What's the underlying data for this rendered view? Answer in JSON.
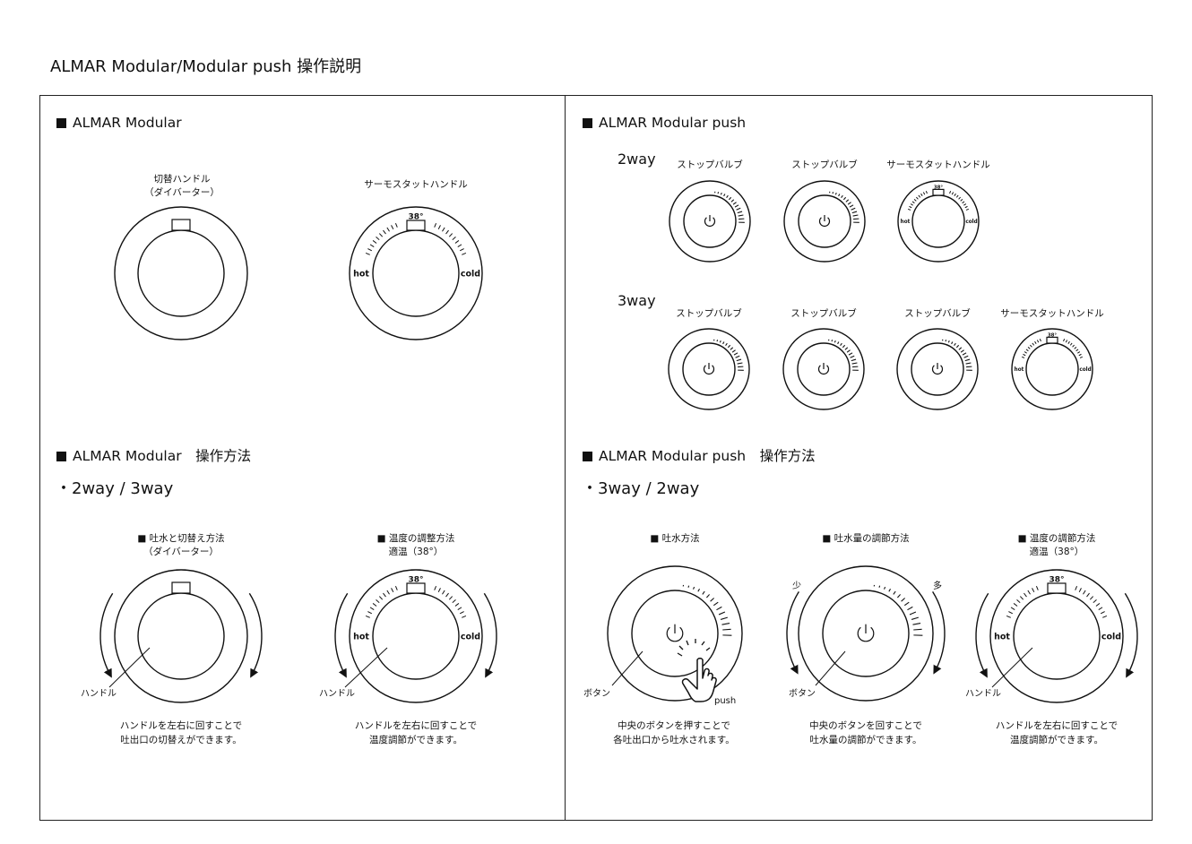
{
  "page_title": "ALMAR  Modular/Modular push 操作説明",
  "left": {
    "section1": {
      "title": "ALMAR  Modular",
      "diverter_label_1": "切替ハンドル",
      "diverter_label_2": "（ダイバーター）",
      "thermo_label": "サーモスタットハンドル"
    },
    "section2": {
      "title": "ALMAR  Modular　操作方法",
      "bullet": "・2way / 3way",
      "diag1_title_1": "■ 吐水と切替え方法",
      "diag1_title_2": "（ダイバーター）",
      "diag1_pointer": "ハンドル",
      "diag1_caption_1": "ハンドルを左右に回すことで",
      "diag1_caption_2": "吐出口の切替えができます。",
      "diag2_title_1": "■ 温度の調整方法",
      "diag2_title_2": "適温（38°）",
      "diag2_pointer": "ハンドル",
      "diag2_caption_1": "ハンドルを左右に回すことで",
      "diag2_caption_2": "温度調節ができます。"
    }
  },
  "right": {
    "section1": {
      "title": "ALMAR  Modular push",
      "row1_label": "2way",
      "row2_label": "3way",
      "stop_valve": "ストップバルブ",
      "thermo_label": "サーモスタットハンドル"
    },
    "section2": {
      "title": "ALMAR  Modular push　操作方法",
      "bullet": "・3way / 2way",
      "diag1_title": "■ 吐水方法",
      "diag1_pointer": "ボタン",
      "diag1_push": "push",
      "diag1_caption_1": "中央のボタンを押すことで",
      "diag1_caption_2": "各吐出口から吐水されます。",
      "diag2_title": "■ 吐水量の調節方法",
      "diag2_less": "少",
      "diag2_more": "多",
      "diag2_pointer": "ボタン",
      "diag2_caption_1": "中央のボタンを回すことで",
      "diag2_caption_2": "吐水量の調節ができます。",
      "diag3_title_1": "■ 温度の調節方法",
      "diag3_title_2": "適温（38°）",
      "diag3_pointer": "ハンドル",
      "diag3_caption_1": "ハンドルを左右に回すことで",
      "diag3_caption_2": "温度調節ができます。"
    }
  },
  "dial_text": {
    "hot": "hot",
    "cold": "cold",
    "temp": "38°"
  },
  "icons": [
    "power-icon",
    "hand-pointer-icon",
    "rotate-arrow-icon",
    "square-bullet-icon"
  ],
  "colors": {
    "ink": "#111111",
    "background": "#ffffff"
  }
}
